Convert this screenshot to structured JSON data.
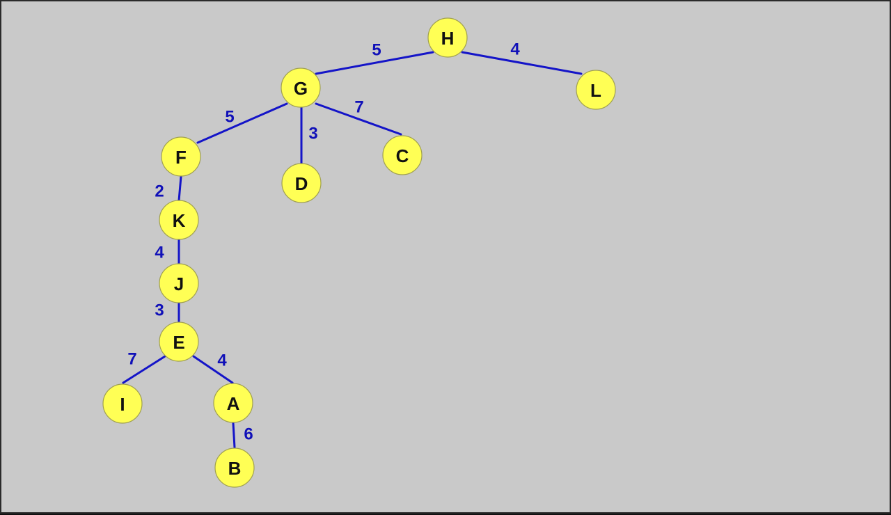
{
  "diagram": {
    "background_color": "#c9c9c9",
    "edge_color": "#1414c8",
    "node_fill_color": "#ffff55",
    "weight_label_color": "#1010b8",
    "nodes": [
      {
        "id": "H",
        "label": "H"
      },
      {
        "id": "G",
        "label": "G"
      },
      {
        "id": "L",
        "label": "L"
      },
      {
        "id": "F",
        "label": "F"
      },
      {
        "id": "D",
        "label": "D"
      },
      {
        "id": "C",
        "label": "C"
      },
      {
        "id": "K",
        "label": "K"
      },
      {
        "id": "J",
        "label": "J"
      },
      {
        "id": "E",
        "label": "E"
      },
      {
        "id": "I",
        "label": "I"
      },
      {
        "id": "A",
        "label": "A"
      },
      {
        "id": "B",
        "label": "B"
      }
    ],
    "edges": [
      {
        "from": "H",
        "to": "G",
        "weight": "5"
      },
      {
        "from": "H",
        "to": "L",
        "weight": "4"
      },
      {
        "from": "G",
        "to": "F",
        "weight": "5"
      },
      {
        "from": "G",
        "to": "D",
        "weight": "3"
      },
      {
        "from": "G",
        "to": "C",
        "weight": "7"
      },
      {
        "from": "F",
        "to": "K",
        "weight": "2"
      },
      {
        "from": "K",
        "to": "J",
        "weight": "4"
      },
      {
        "from": "J",
        "to": "E",
        "weight": "3"
      },
      {
        "from": "E",
        "to": "I",
        "weight": "7"
      },
      {
        "from": "E",
        "to": "A",
        "weight": "4"
      },
      {
        "from": "A",
        "to": "B",
        "weight": "6"
      }
    ]
  }
}
